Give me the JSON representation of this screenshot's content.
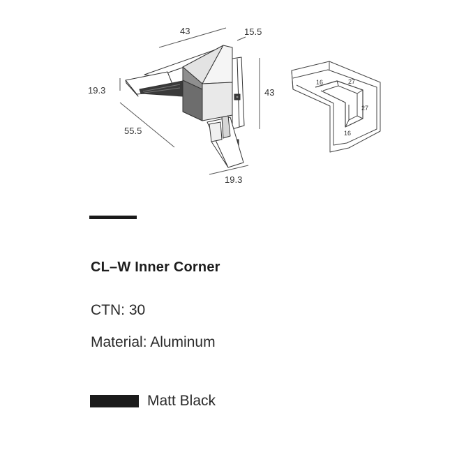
{
  "dimensions": {
    "top_length": "43",
    "top_depth": "15.5",
    "left_height": "19.3",
    "right_height": "43",
    "diagonal_length": "55.5",
    "bottom_width": "19.3",
    "profile_a": "16",
    "profile_b": "27",
    "profile_c": "27",
    "profile_d": "16"
  },
  "product": {
    "title": "CL–W Inner Corner",
    "ctn": "CTN: 30",
    "material": "Material: Aluminum"
  },
  "finish": {
    "label": "Matt Black",
    "color": "#1b1b1b"
  }
}
